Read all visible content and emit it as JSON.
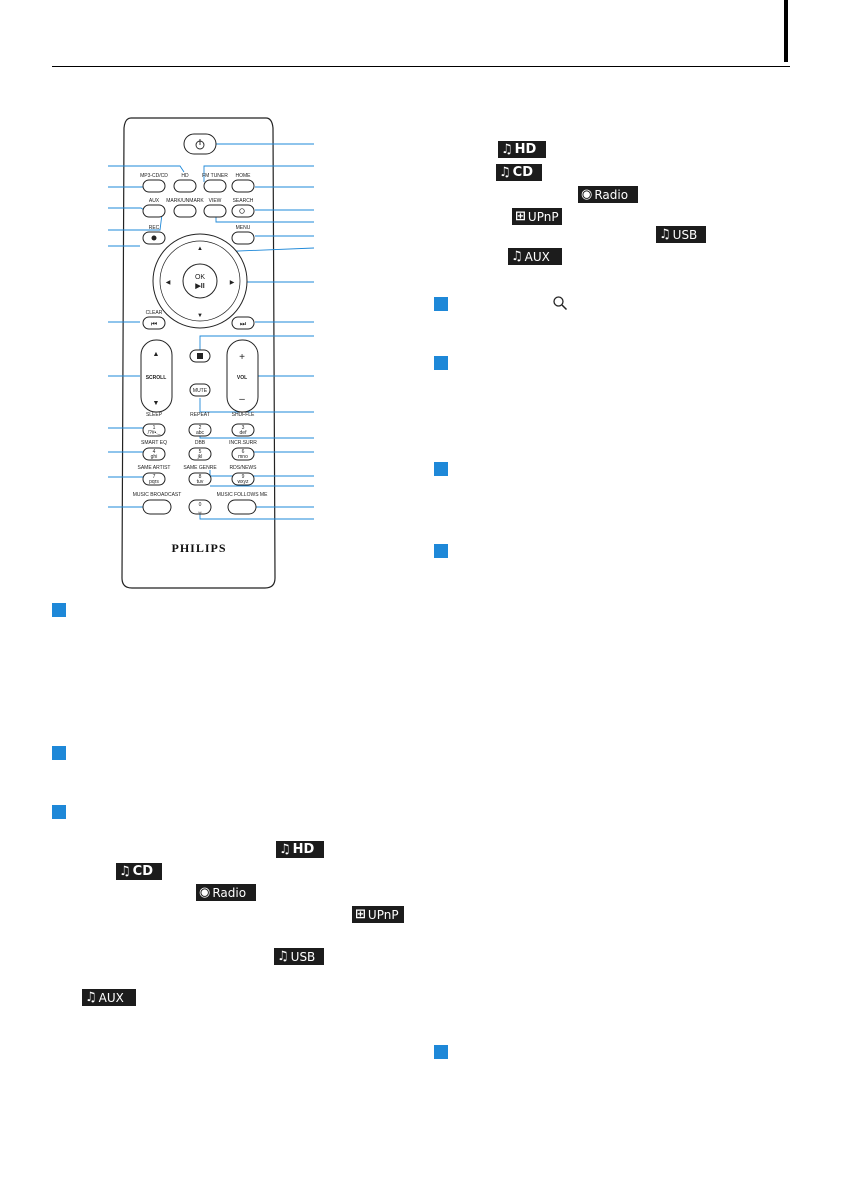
{
  "remote": {
    "brand": "PHILIPS",
    "labels": {
      "hd": "HD",
      "mp3cd": "MP3-CD/CD",
      "fmtuner": "FM TUNER",
      "home": "HOME",
      "aux": "AUX",
      "mark": "MARK/UNMARK",
      "view": "VIEW",
      "search": "SEARCH",
      "rec": "REC",
      "menu": "MENU",
      "ok": "OK",
      "playpause": "▶II",
      "clear": "CLEAR",
      "scroll": "SCROLL",
      "vol": "VOL",
      "mute": "MUTE",
      "sleep": "SLEEP",
      "repeat": "REPEAT",
      "shuffle": "SHUFFLE",
      "smarteq": "SMART EQ",
      "dbb": "DBB",
      "incrsurr": "INCR.SURR",
      "sameartist": "SAME ARTIST",
      "samegenre": "SAME GENRE",
      "rdsnews": "RDS/NEWS",
      "musicbroadcast": "MUSIC BROADCAST",
      "musicfollowsme": "MUSIC FOLLOWS ME",
      "k1": "1",
      "k1s": "/?#•._",
      "k2": "2",
      "k2s": "abc",
      "k3": "3",
      "k3s": "def",
      "k4": "4",
      "k4s": "ghi",
      "k5": "5",
      "k5s": "jkl",
      "k6": "6",
      "k6s": "mno",
      "k7": "7",
      "k7s": "pqrs",
      "k8": "8",
      "k8s": "tuv",
      "k9": "9",
      "k9s": "wxyz",
      "k0": "0",
      "k0s": "␣"
    }
  },
  "badges": {
    "hd": {
      "glyph": "♫",
      "text": "HD"
    },
    "cd": {
      "glyph": "♫",
      "text": "CD"
    },
    "radio": {
      "glyph": "◉",
      "text": "Radio"
    },
    "upnp": {
      "glyph": "⊞",
      "text": "UPnP"
    },
    "usb": {
      "glyph": "♫",
      "text": "USB"
    },
    "aux": {
      "glyph": "♫",
      "text": "AUX"
    }
  },
  "icons": {
    "search": "magnifier-icon",
    "marker": "#1e88d8"
  }
}
